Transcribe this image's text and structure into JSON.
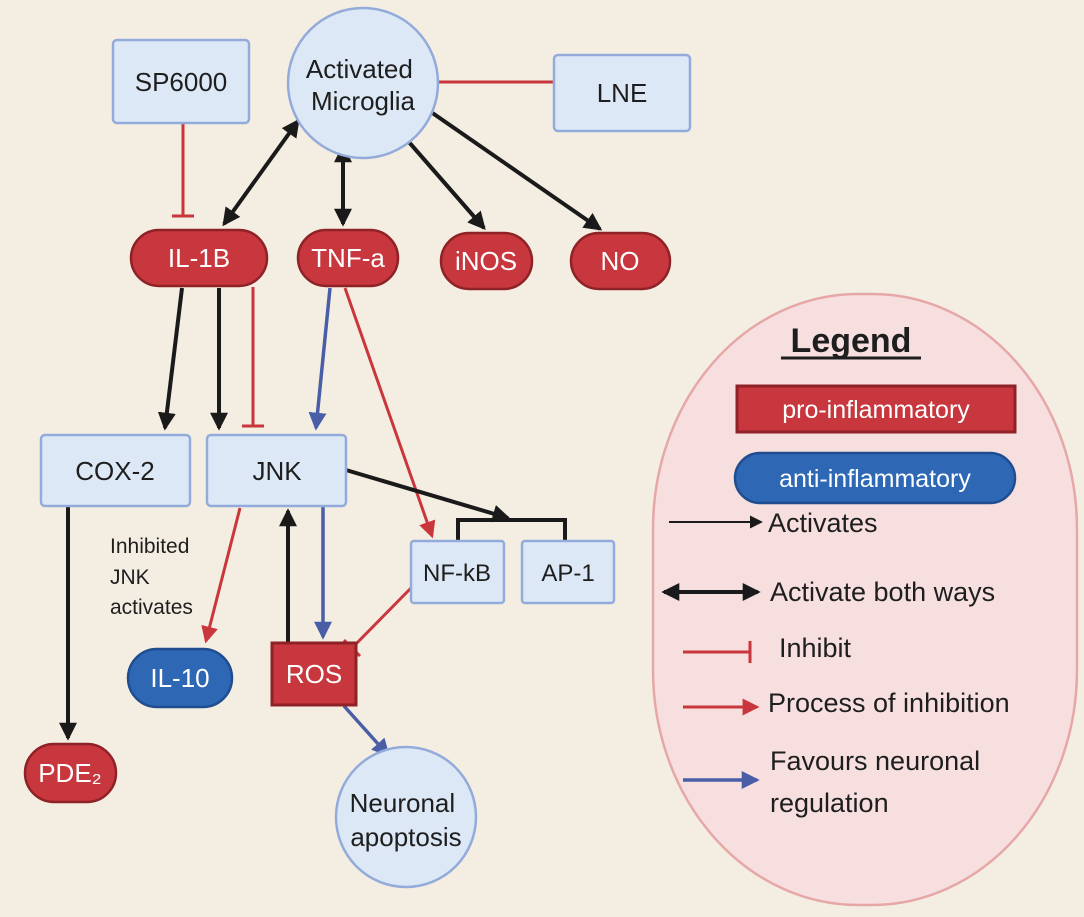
{
  "nodes": {
    "sp6000": "SP6000",
    "activated_microglia": [
      "Activated",
      "Microglia"
    ],
    "lne": "LNE",
    "il1b": "IL-1B",
    "tnfa": "TNF-a",
    "inos": "iNOS",
    "no": "NO",
    "cox2": "COX-2",
    "jnk": "JNK",
    "nfkb": "NF-kB",
    "ap1": "AP-1",
    "il10": "IL-10",
    "ros": "ROS",
    "pde2": "PDE₂",
    "neuronal_apoptosis": [
      "Neuronal",
      "apoptosis"
    ]
  },
  "annotation": [
    "Inhibited",
    "JNK",
    "activates"
  ],
  "legend": {
    "title": "Legend",
    "pro_inflammatory": "pro-inflammatory",
    "anti_inflammatory": "anti-inflammatory",
    "activates": "Activates",
    "activate_both_ways": "Activate both ways",
    "inhibit": "Inhibit",
    "process_of_inhibition": "Process of inhibition",
    "favours_neuronal_regulation": [
      "Favours neuronal",
      "regulation"
    ]
  },
  "colors": {
    "background": "#f4eee2",
    "neutral_fill": "#dde8f6",
    "neutral_stroke": "#93abdb",
    "pro_inflammatory": "#c7373d",
    "anti_inflammatory": "#2e67b4",
    "activate": "#1a1a1a",
    "inhibit": "#c9373d",
    "favour": "#4a5ea8",
    "legend_fill": "#f7dfdf"
  }
}
